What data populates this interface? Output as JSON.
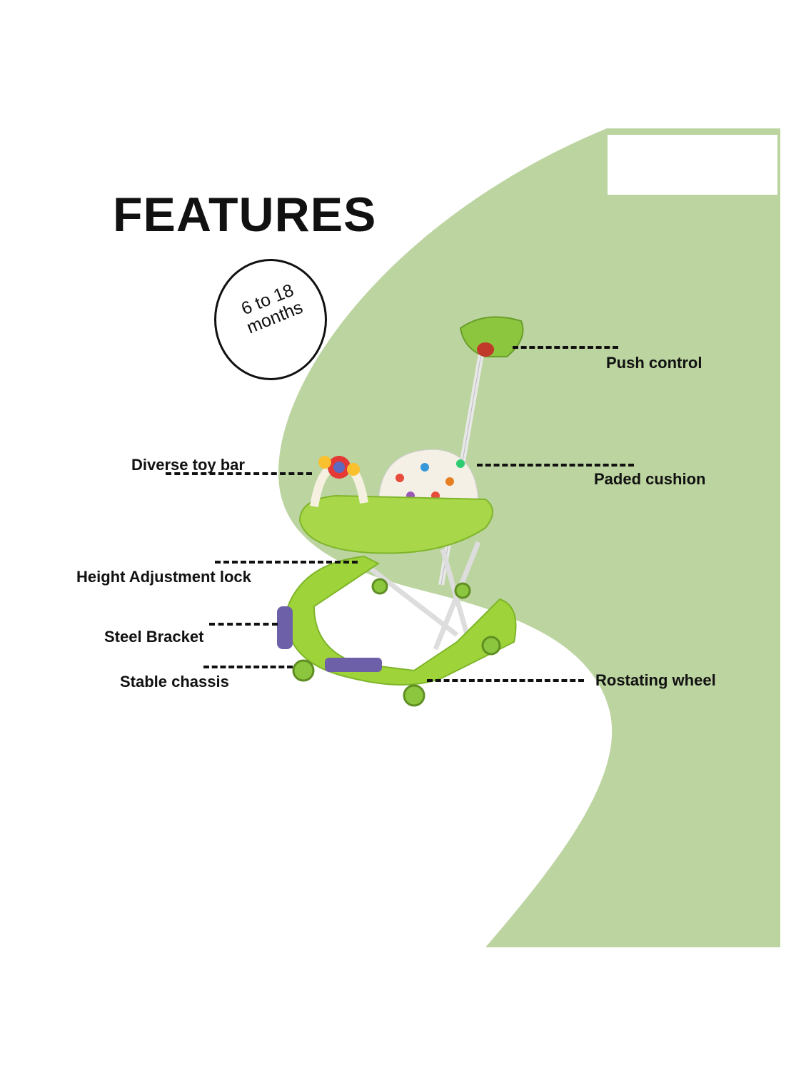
{
  "title": "FEATURES",
  "age_badge": {
    "line1": "6 to 18",
    "line2": "months"
  },
  "features": {
    "push_control": "Push  control",
    "toy_bar": "Diverse toy  bar",
    "cushion": "Paded cushion",
    "height_lock": "Height  Adjustment  lock",
    "steel_bracket": "Steel Bracket",
    "chassis": "Stable  chassis",
    "wheel": "Rostating wheel"
  },
  "colors": {
    "background_shape": "#bcd4a0",
    "walker_green": "#9ed43a",
    "text": "#111111"
  }
}
